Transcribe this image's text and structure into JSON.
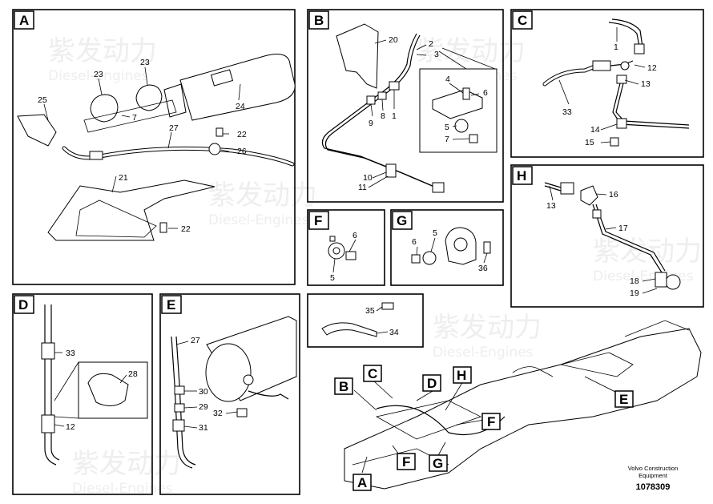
{
  "panels": {
    "A": {
      "tag": "A",
      "labels": [
        "25",
        "23",
        "23",
        "7",
        "24",
        "27",
        "22",
        "26",
        "21",
        "22"
      ]
    },
    "B": {
      "tag": "B",
      "labels": [
        "20",
        "2",
        "3",
        "1",
        "8",
        "9",
        "4",
        "6",
        "5",
        "7",
        "10",
        "11"
      ]
    },
    "C": {
      "tag": "C",
      "labels": [
        "1",
        "12",
        "13",
        "33",
        "14",
        "15"
      ]
    },
    "H": {
      "tag": "H",
      "labels": [
        "16",
        "13",
        "17",
        "18",
        "19"
      ]
    },
    "F": {
      "tag": "F",
      "labels": [
        "6",
        "5"
      ]
    },
    "G": {
      "tag": "G",
      "labels": [
        "5",
        "6",
        "36"
      ]
    },
    "D": {
      "tag": "D",
      "labels": [
        "33",
        "28",
        "12"
      ]
    },
    "E": {
      "tag": "E",
      "labels": [
        "27",
        "30",
        "29",
        "32",
        "31"
      ]
    },
    "K": {
      "labels": [
        "35",
        "34"
      ]
    }
  },
  "overview_callouts": [
    "B",
    "C",
    "D",
    "H",
    "E",
    "F",
    "F",
    "G",
    "A"
  ],
  "footer": {
    "company": "Volvo Construction",
    "company2": "Equipment",
    "doc_number": "1078309"
  },
  "watermark": {
    "cn": "紫发动力",
    "en": "Diesel-Engines"
  }
}
